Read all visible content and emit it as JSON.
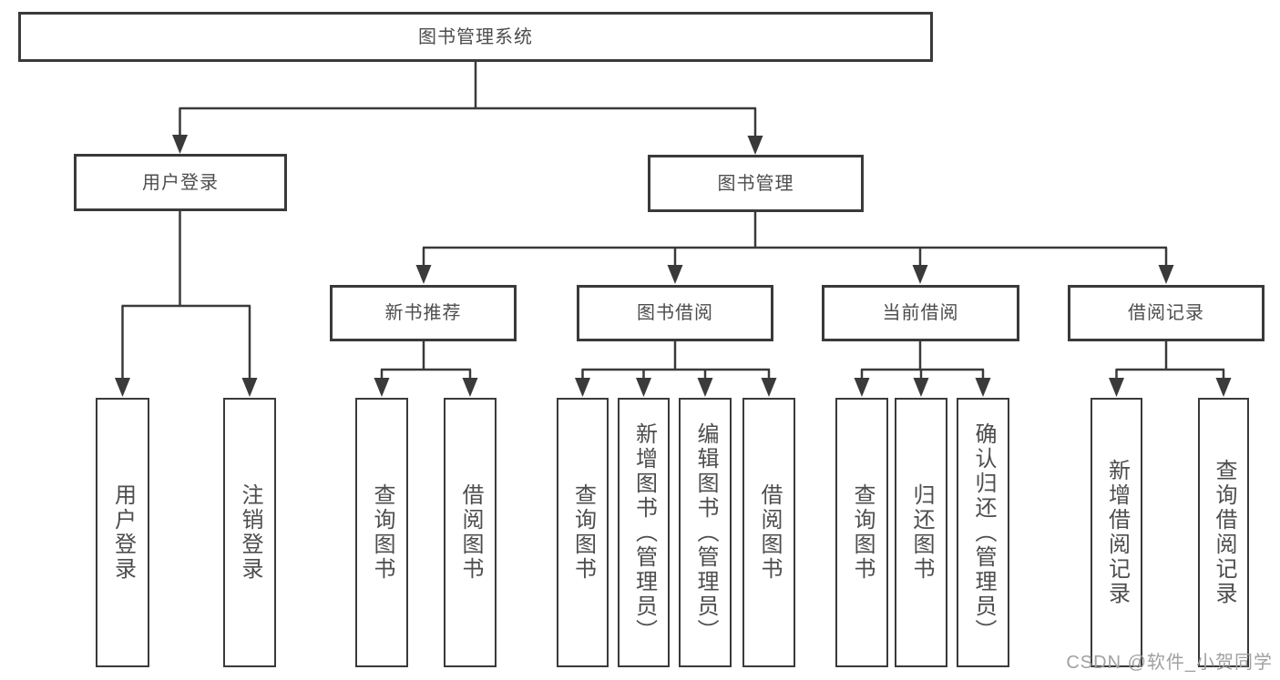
{
  "nodes": {
    "root": {
      "label": "图书管理系统"
    },
    "level2": [
      {
        "label": "用户登录",
        "children": [
          "用户登录",
          "注销登录"
        ]
      },
      {
        "label": "图书管理"
      }
    ],
    "level3": [
      {
        "label": "新书推荐",
        "children": [
          "查询图书",
          "借阅图书"
        ]
      },
      {
        "label": "图书借阅",
        "children": [
          "查询图书",
          "新增图书（管理员）",
          "编辑图书（管理员）",
          "借阅图书"
        ]
      },
      {
        "label": "当前借阅",
        "children": [
          "查询图书",
          "归还图书",
          "确认归还（管理员）"
        ]
      },
      {
        "label": "借阅记录",
        "children": [
          "新增借阅记录",
          "查询借阅记录"
        ]
      }
    ]
  },
  "watermark": "CSDN @软件_小贺同学",
  "colors": {
    "line": "#3a3a3a",
    "text": "#4d4d4d",
    "watermark": "#a0a0a0",
    "background": "#ffffff"
  }
}
